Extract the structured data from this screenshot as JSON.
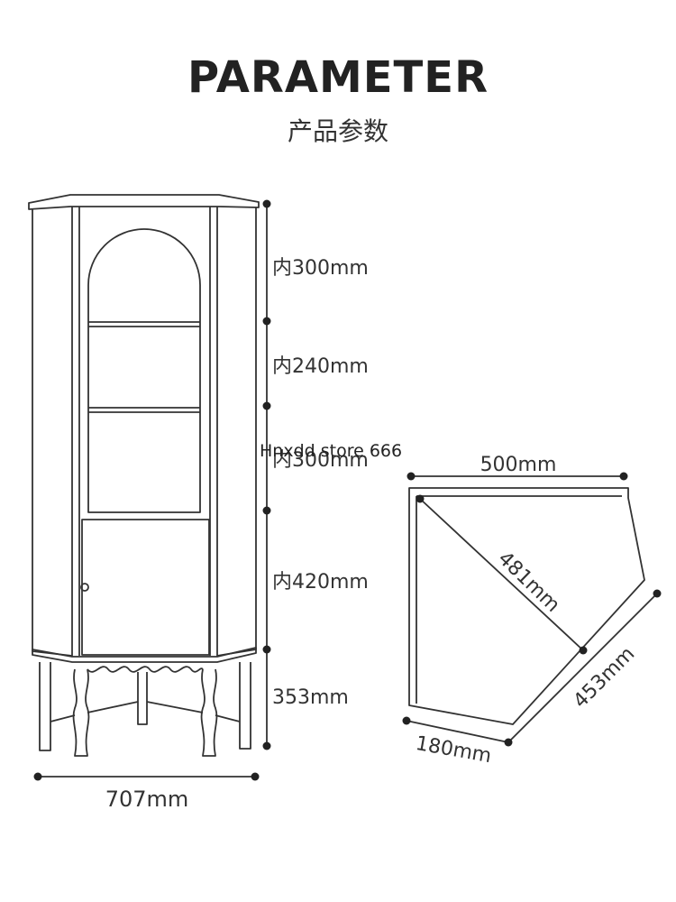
{
  "header": {
    "title": "PARAMETER",
    "subtitle": "产品参数"
  },
  "front_view": {
    "heights": [
      "内300mm",
      "内240mm",
      "内300mm",
      "内420mm",
      "353mm"
    ],
    "width": "707mm"
  },
  "top_view": {
    "back_width": "500mm",
    "diagonal": "481mm",
    "front_face": "453mm",
    "side_depth": "180mm"
  },
  "watermark": "Hnxdd store 666",
  "colors": {
    "line": "#333333",
    "dot": "#222222",
    "text": "#333333"
  }
}
